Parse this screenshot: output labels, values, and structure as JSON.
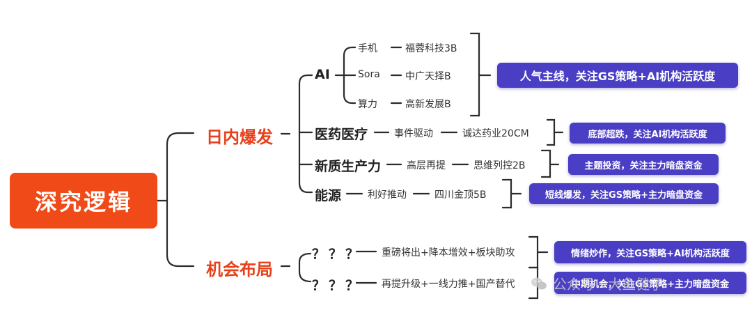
{
  "root": "深究逻辑",
  "branches": [
    {
      "label": "日内爆发",
      "sectors": [
        {
          "label": "AI",
          "items": [
            {
              "topic": "手机",
              "stock": "福蓉科技3B"
            },
            {
              "topic": "Sora",
              "stock": "中广天择B"
            },
            {
              "topic": "算力",
              "stock": "高新发展B"
            }
          ],
          "note": "人气主线，关注GS策略+AI机构活跃度"
        },
        {
          "label": "医药医疗",
          "items": [
            {
              "topic": "事件驱动",
              "stock": "诚达药业20CM"
            }
          ],
          "note": "底部超跌，关注AI机构活跃度"
        },
        {
          "label": "新质生产力",
          "items": [
            {
              "topic": "高层再提",
              "stock": "思维列控2B"
            }
          ],
          "note": "主题投资，关注主力暗盘资金"
        },
        {
          "label": "能源",
          "items": [
            {
              "topic": "利好推动",
              "stock": "四川金顶5B"
            }
          ],
          "note": "短线爆发，关注GS策略+主力暗盘资金"
        }
      ]
    },
    {
      "label": "机会布局",
      "sectors": [
        {
          "label": "？？？",
          "detail": "重磅将出+降本增效+板块助攻",
          "note": "情绪炒作，关注GS策略+AI机构活跃度"
        },
        {
          "label": "？？？",
          "detail": "再提升级+一线力推+国产替代",
          "note": "中期机会，关注GS策略+主力暗盘资金"
        }
      ]
    }
  ],
  "watermark": "公众号 · 大鱼健子",
  "colors": {
    "root": "#f04a18",
    "category": "#e8401a",
    "note_bg": "#4a3ec4",
    "line": "#2b2b2b"
  }
}
